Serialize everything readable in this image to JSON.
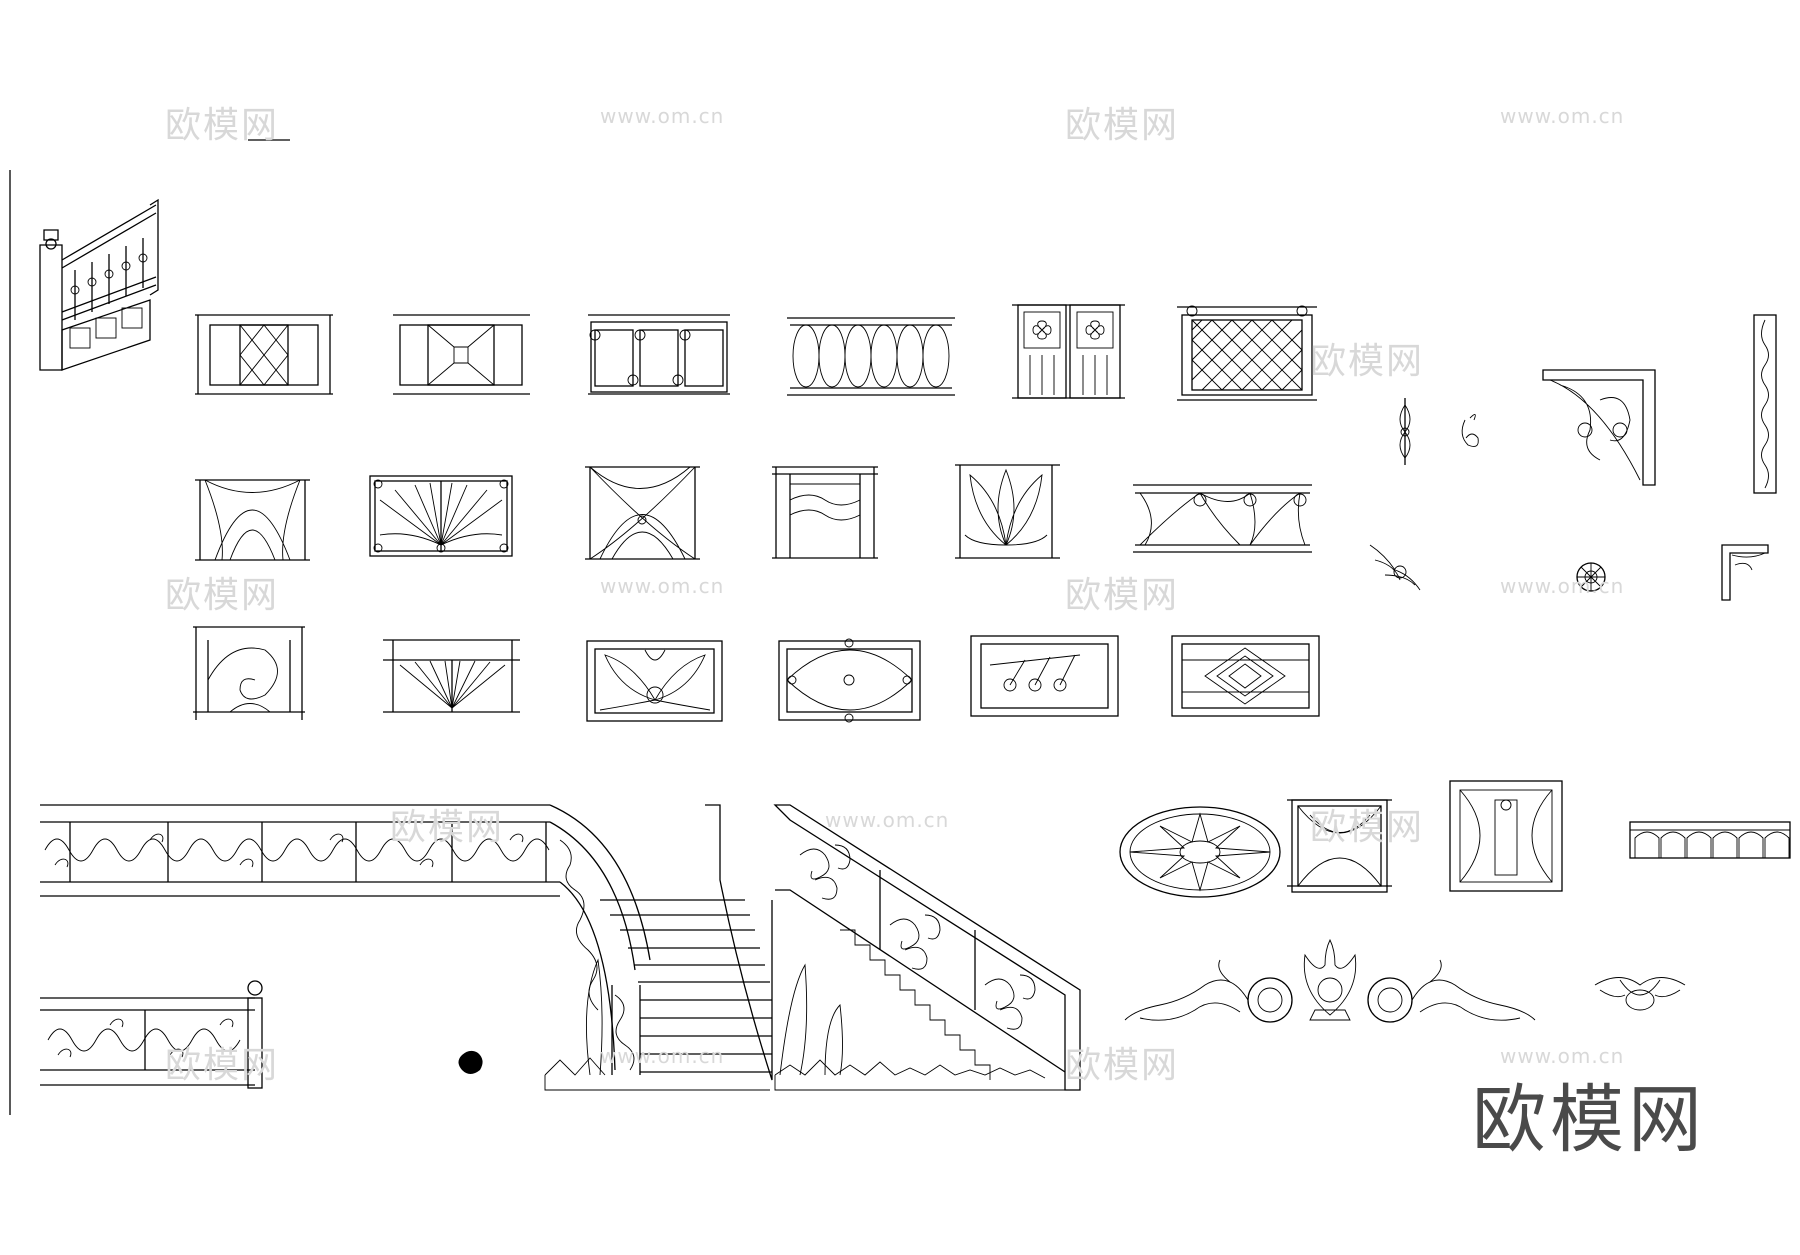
{
  "watermarks": {
    "brand_cn": "欧模网",
    "site_url": "www.om.cn"
  },
  "footer_brand": "欧模网",
  "colors": {
    "line": "#000000",
    "watermark": "#d8d8d8",
    "brand": "#4a4a4a",
    "background": "#ffffff"
  }
}
